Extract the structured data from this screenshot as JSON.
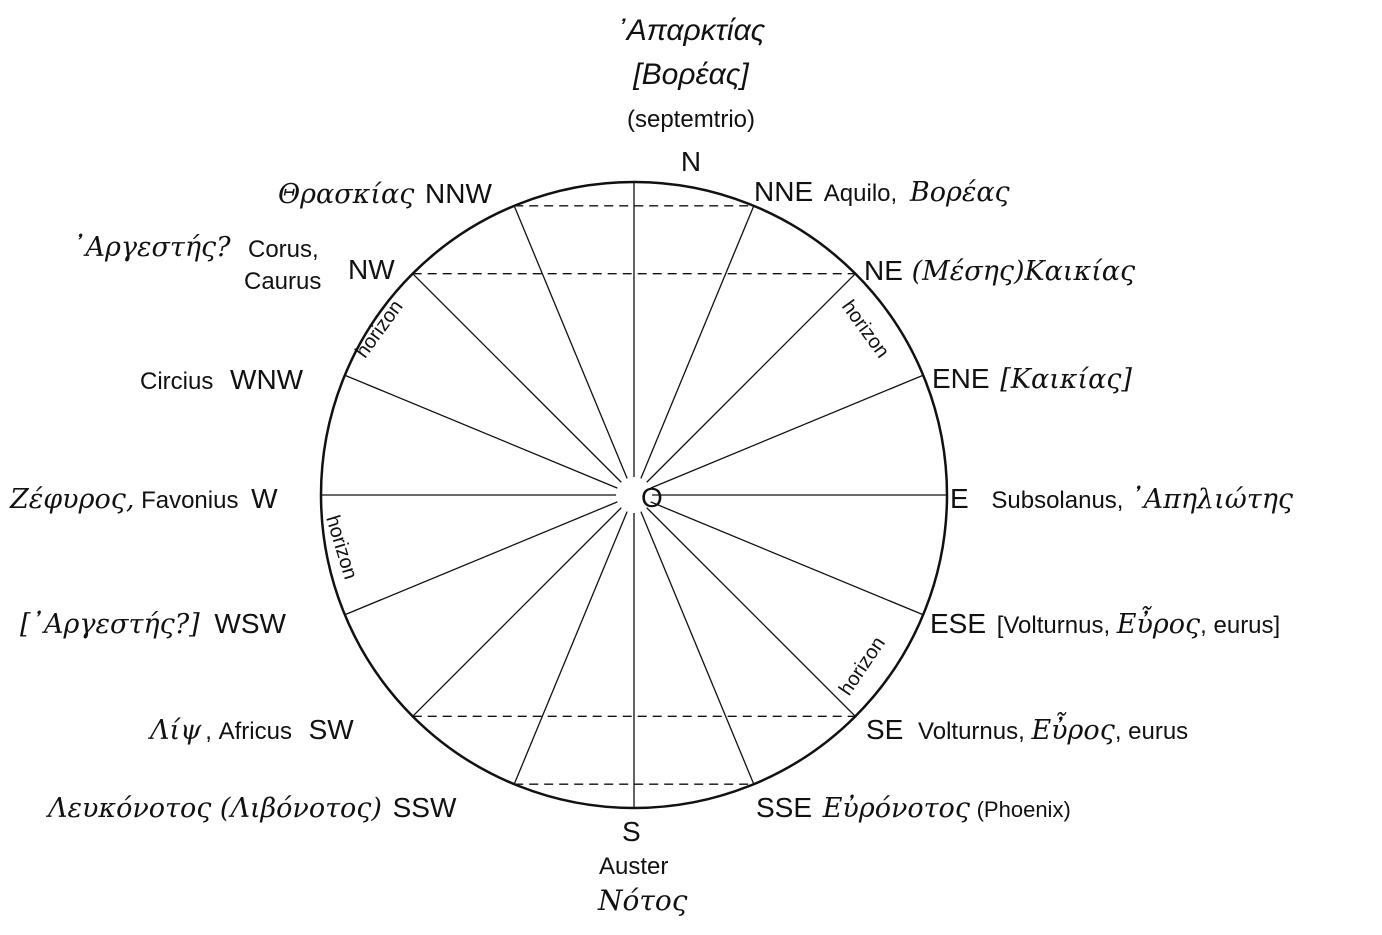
{
  "north": {
    "greek": "᾿Απαρκτίας",
    "greek_alt": "[Βορέας]",
    "latin": "(septemtrio)",
    "abbr": "N"
  },
  "south": {
    "abbr": "S",
    "latin": "Auster",
    "greek": "Νότος"
  },
  "nne": {
    "abbr": "NNE",
    "latin": "Aquilo,",
    "greek": "Βορέας"
  },
  "ne": {
    "abbr": "NE",
    "greek": "(Μέσης)Καικίας"
  },
  "ene": {
    "abbr": "ENE",
    "greek": "[Καικίας]"
  },
  "e": {
    "abbr": "E",
    "latin": "Subsolanus,",
    "greek": "᾿Απηλιώτης"
  },
  "ese": {
    "abbr": "ESE",
    "pre": "[Volturnus,",
    "greek": "Εὖρος",
    "post": ", eurus]"
  },
  "se": {
    "abbr": "SE",
    "latin": "Volturnus,",
    "greek": "Εὖρος",
    "post": ", eurus"
  },
  "sse": {
    "abbr": "SSE",
    "greek": "Εὐρόνοτος",
    "latin": "(Phoenix)"
  },
  "ssw": {
    "abbr": "SSW",
    "greek": "Λευκόνοτος (Λιβόνοτος)"
  },
  "sw": {
    "abbr": "SW",
    "greek": "Λίψ",
    "latin": ", Africus"
  },
  "wsw": {
    "abbr": "WSW",
    "greek": "[᾿Αργεστής?]"
  },
  "w": {
    "abbr": "W",
    "greek": "Ζέφυρος,",
    "latin": "Favonius"
  },
  "wnw": {
    "abbr": "WNW",
    "latin": "Circius"
  },
  "nw": {
    "abbr": "NW",
    "greek": "᾿Αργεστής?",
    "latin1": "Corus,",
    "latin2": "Caurus"
  },
  "nnw": {
    "abbr": "NNW",
    "greek": "Θρασκίας"
  },
  "center": "O",
  "horizon": "horizon"
}
